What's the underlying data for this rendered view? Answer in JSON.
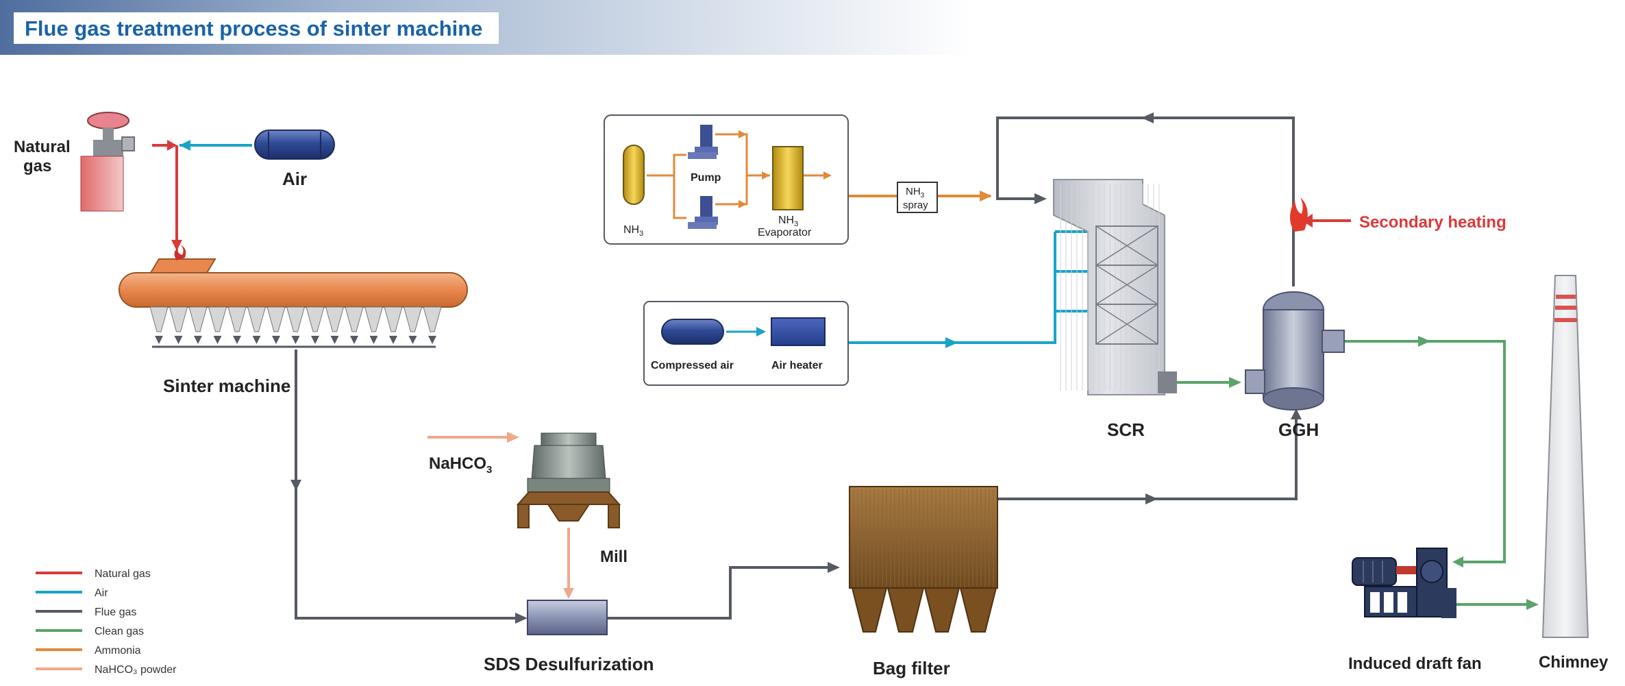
{
  "title": "Flue gas treatment process of sinter machine",
  "colors": {
    "natural_gas": "#d93a3a",
    "air": "#1aa3c8",
    "flue_gas": "#555a63",
    "clean_gas": "#5aa36a",
    "ammonia": "#e08a3a",
    "nahco3_powder": "#f0a88a",
    "secondary_heating": "#d93a3a"
  },
  "labels": {
    "natural_gas": [
      "Natural",
      "gas"
    ],
    "air": "Air",
    "sinter_machine": "Sinter machine",
    "nahco3_chem": "NaHCO",
    "nahco3_sub": "3",
    "mill": "Mill",
    "sds": "SDS Desulfurization",
    "bag_filter": "Bag filter",
    "scr": "SCR",
    "ggh": "GGH",
    "secondary_heating": "Secondary heating",
    "induced_draft_fan": "Induced draft fan",
    "chimney": "Chimney",
    "nh3_box": {
      "nh3": "NH",
      "nh3_sub": "3",
      "pump": "Pump",
      "evap_line1": "NH",
      "evap_sub": "3",
      "evap_line2": "Evaporator"
    },
    "nh3_spray": {
      "line1": "NH",
      "sub": "3",
      "line2": "spray"
    },
    "air_box": {
      "compressed_air": "Compressed air",
      "air_heater": "Air heater"
    }
  },
  "legend": [
    {
      "label": "Natural gas",
      "color": "#d93a3a"
    },
    {
      "label": "Air",
      "color": "#1aa3c8"
    },
    {
      "label": "Flue gas",
      "color": "#555a63"
    },
    {
      "label": "Clean gas",
      "color": "#5aa36a"
    },
    {
      "label": "Ammonia",
      "color": "#e08a3a"
    },
    {
      "label": "NaHCO₃ powder",
      "color": "#f0a88a"
    }
  ]
}
